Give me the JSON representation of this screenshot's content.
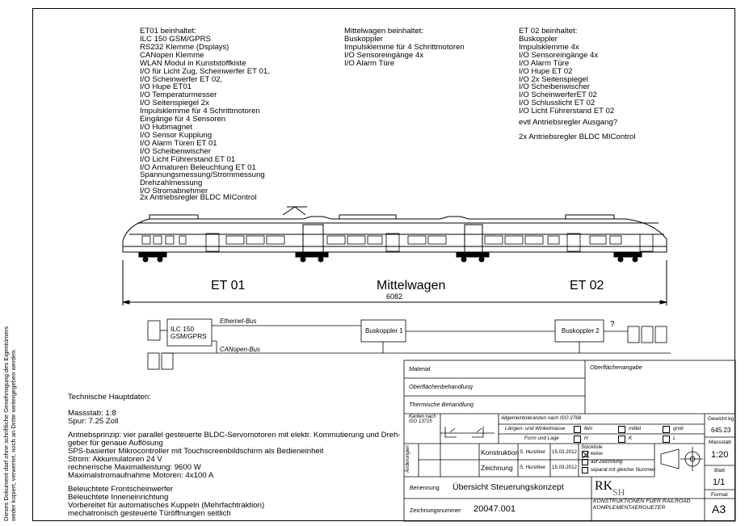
{
  "side_note": "Dieses Dokument darf ohne schriftliche Genehmigung des Eigentümers\nweder kopiert, verwertet, noch an Dritte weitergegeben werden.",
  "et01": {
    "header": "ET01 beinhaltet:",
    "lines": "ILC 150 GSM/GPRS\nRS232 Klemme (Dsplays)\nCANopen Klemme\nWLAN Modul in Kunststoffkiste\nI/O für Licht Zug, Scheinwerfer ET 01,\nI/O Scheinwerfer ET 02,\nI/O Hupe ET01\nI/O Temperaturmesser\nI/O Seitenspiegel 2x\nImpulsklemme für 4 Schrittmotoren\nEingänge für 4 Sensoren\nI/O Hubmagnet\nI/O Sensor Kupplung\nI/O Alarm Türen ET 01\nI/O Scheibenwischer\nI/O Licht Führerstand ET 01\nI/O Armaturen Beleuchtung ET 01\nSpannungsmessung/Strommessung\nDrehzahlmessung\nI/O Stromabnehmer",
    "footer": "2x Antriebsregler BLDC MIControl"
  },
  "mittelwagen": {
    "header": "Mittelwagen beinhaltet:",
    "lines": "Buskoppler\nImpulsklemme für 4 Schrittmotoren\nI/O Sensoreingänge 4x\nI/O Alarm Türe"
  },
  "et02": {
    "header": "ET 02 beinhaltet:",
    "lines": "Buskoppler\nImpulsklemme 4x\nI/O Sensoreingänge 4x\nI/O Alarm Türe\nI/O Hupe ET 02\nI/O 2x Seitenspiegel\nI/O Scheibenwischer\nI/O ScheinwerferET 02\nI/O Schlusslicht ET 02\nI/O Licht Führerstand ET 02",
    "question": "evtl Antriebsregler Ausgang?",
    "footer": "2x Antriebsregler BLDC MIControl"
  },
  "train": {
    "label_et01": "ET 01",
    "label_mittel": "Mittelwagen",
    "label_et02": "ET 02",
    "length": "6082"
  },
  "bus": {
    "controller": "ILC 150\nGSM/GPRS",
    "ethernet": "Ethernet-Bus",
    "canopen": "CANopen-Bus",
    "coupler1": "Buskoppler 1",
    "coupler2": "Buskoppler 2",
    "question": "?"
  },
  "tech": {
    "title": "Technische Hauptdaten:",
    "scale": "Massstab: 1:8\nSpur: 7.25 Zoll",
    "drive": "Antriebsprinzip: vier parallel gesteuerte BLDC-Servomotoren mit elektr. Kommutierung und Dreh-\ngeber für genaue Auflösung\nSPS-basierter Mikrocontroller mit Touchscreenbildschirm als Bedieneinheit\nStrom: Akkumulatoren 24 V\nrechnerische Maximalleistung: 9600 W\nMaximalstromaufnahme Motoren: 4x100 A",
    "features": "Beleuchtete Frontscheinwerfer\nBeleuchtete Inneneinrichtung\nVorbereitet für automatisches Kuppeln (Mehrfachtraktion)\nmechatronisch gesteuerte Türöffnungen seitlich"
  },
  "titleblock": {
    "material": "Material",
    "oberflaechenangabe": "Oberflächenangabe",
    "oberflaechenbehandlung": "Oberflächenbehandlung",
    "thermische": "Thermische Behandlung",
    "kanten": "Kanten nach\nISO 13715",
    "toleranzen": "Allgemeintoleranzen nach ISO 2768",
    "laengen": "Längen- und Winkelmasse",
    "form": "Form und Lage",
    "fein": "fein",
    "mittel": "mittel",
    "grob": "grob",
    "h": "H",
    "k": "K",
    "l": "L",
    "gewicht_label": "Gewicht kg",
    "gewicht": "645.23",
    "massstab_label": "Massstab",
    "massstab": "1:20",
    "blatt_label": "Blatt",
    "blatt": "1/1",
    "format_label": "Format",
    "format": "A3",
    "aenderungen": "Änderungen",
    "konstruktion": "Konstruktion",
    "zeichnung": "Zeichnung",
    "name1": "S. Hunziker",
    "date1": "15.03.2012",
    "name2": "S. Hunziker",
    "date2": "15.03.2012",
    "stueckliste": "Stückliste",
    "keine": "keine",
    "auf_zeichnung": "auf Zeichnung",
    "separat": "separat mit gleicher Nummer",
    "benennung_label": "Benennung",
    "benennung": "Übersicht Steuerungskonzept",
    "zeichnungsnummer_label": "Zeichnungsnummer",
    "zeichnungsnummer": "20047.001",
    "logo_rk": "RK",
    "logo_sh": "SH",
    "company": "KONSTRUKTIONEN FUER RAILROAD\nKOMPLEMENTAERGUETER"
  }
}
